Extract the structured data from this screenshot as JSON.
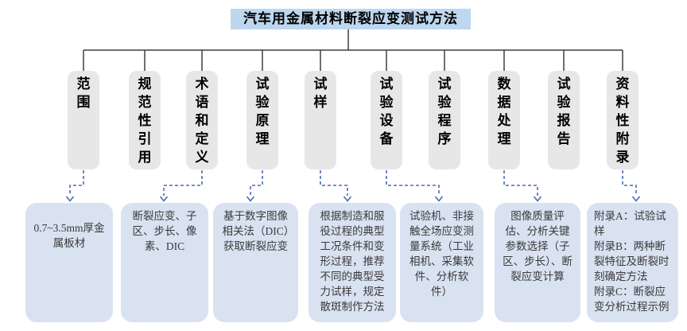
{
  "diagram": {
    "title": "汽车用金属材料断裂应变测试方法",
    "sections": [
      {
        "label": "范围"
      },
      {
        "label": "规范性引用"
      },
      {
        "label": "术语和定义"
      },
      {
        "label": "试验原理"
      },
      {
        "label": "试样"
      },
      {
        "label": "试验设备"
      },
      {
        "label": "试验程序"
      },
      {
        "label": "数据处理"
      },
      {
        "label": "试验报告"
      },
      {
        "label": "资料性附录"
      }
    ],
    "notes": [
      {
        "for": "范围",
        "text": "0.7~3.5mm厚金属板材"
      },
      {
        "for": "术语和定义",
        "text": "断裂应变、子区、步长、像素、DIC"
      },
      {
        "for": "试验原理",
        "text": "基于数字图像相关法（DIC）获取断裂应变"
      },
      {
        "for": "试样",
        "text": "根据制造和服役过程的典型工况条件和变形过程，推荐不同的典型受力试样，规定散斑制作方法"
      },
      {
        "for": "试验设备",
        "text": "试验机、非接触全场应变测量系统（工业相机、采集软件、分析软件）"
      },
      {
        "for": "数据处理",
        "text": "图像质量评估、分析关键参数选择（子区、步长）、断裂应变计算"
      },
      {
        "for": "资料性附录",
        "lines": [
          "附录A：试验试样",
          "附录B：两种断裂特征及断裂时刻确定方法",
          "附录C：断裂应变分析过程示例"
        ]
      }
    ]
  },
  "colors": {
    "title_bg": "#bdd7ee",
    "section_bg": "#e8e7e7",
    "note_bg": "#d9e2f1",
    "solid_line": "#3f3f3f",
    "dashed_arrow": "#4c6cae",
    "note_text": "#3a3a3a"
  }
}
